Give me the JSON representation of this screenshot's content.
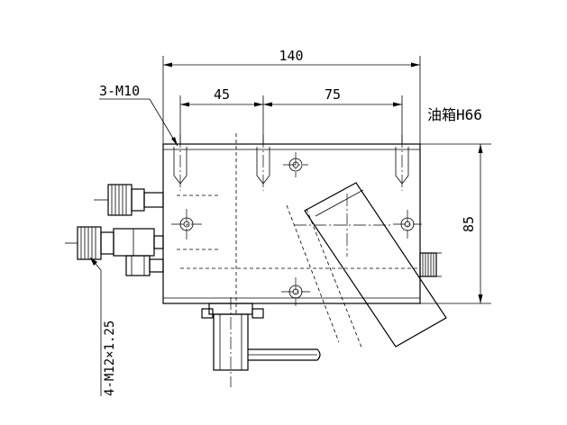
{
  "dimensions": {
    "overall_width": "140",
    "spacing_left": "45",
    "spacing_right": "75",
    "height": "85"
  },
  "annotations": {
    "tapped_holes": "3-M10",
    "tank_ref": "油箱H66",
    "port_threads": "4-M12×1.25"
  }
}
